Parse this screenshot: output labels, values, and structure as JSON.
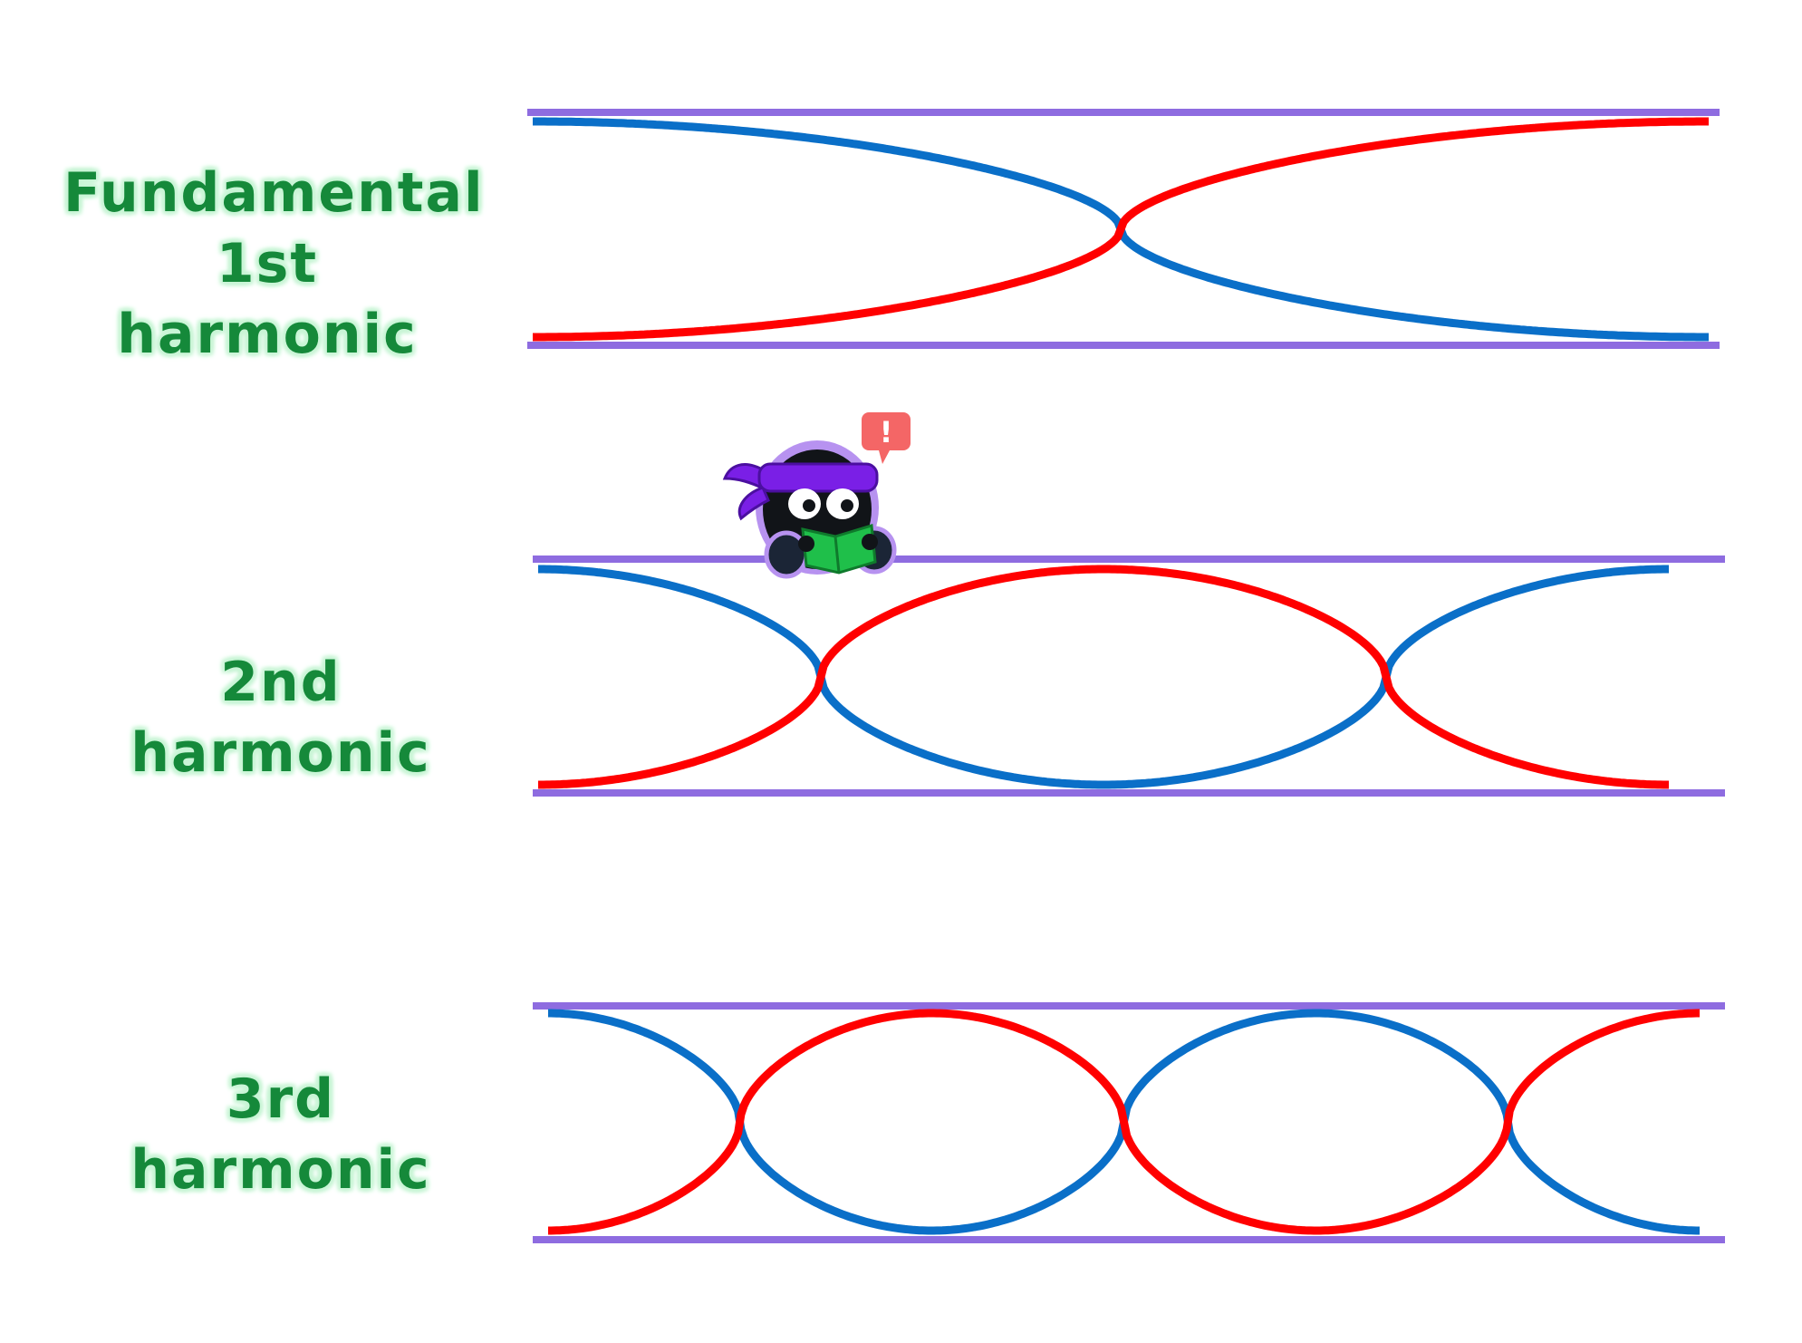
{
  "labels": {
    "fundamental_line1": "Fundamental",
    "fundamental_line2": "1st harmonic",
    "second": "2nd harmonic",
    "third": "3rd harmonic"
  },
  "colors": {
    "boundary": "#8e6ce0",
    "wave_a": "#0a6fc8",
    "wave_b": "#ff0000",
    "label_text": "#15893a",
    "label_glow": "#c9f5d6",
    "mascot_headband": "#7a1fe6",
    "mascot_book": "#1fbf4a",
    "alert_bubble": "#f46666"
  },
  "harmonics": [
    {
      "name": "fundamental",
      "half_wavelengths": 1
    },
    {
      "name": "second",
      "half_wavelengths": 2
    },
    {
      "name": "third",
      "half_wavelengths": 3
    }
  ],
  "mascot": {
    "icon": "ninja-reading-book-icon",
    "alert": "!"
  }
}
